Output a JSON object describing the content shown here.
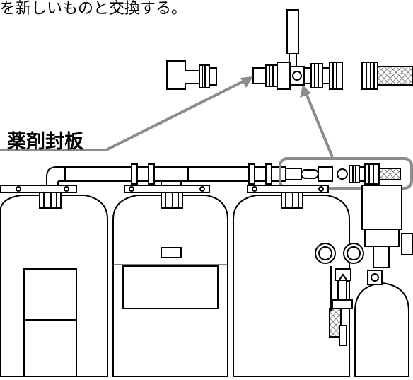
{
  "caption": "を新しいものと交換する。",
  "callout_label": "薬剤封板",
  "colors": {
    "line": "#000000",
    "callout_arrow": "#8c8c8c",
    "highlight_box": "#8c8c8c",
    "mesh_fill": "#c8c8c8"
  },
  "parts": [
    "tee-fitting",
    "ball-valve-assembly",
    "braided-hose"
  ],
  "tanks": [
    "tank-1",
    "tank-2",
    "tank-3"
  ]
}
